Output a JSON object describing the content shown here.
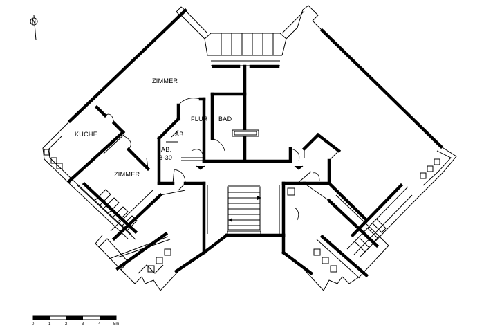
{
  "north_arrow": {
    "letter": "N"
  },
  "rooms": {
    "zimmer_main": "ZIMMER",
    "flur": "FLUR",
    "bad": "BAD",
    "kueche": "KÜCHE",
    "ab_small": "AB.",
    "ab_large_1": "AB.",
    "ab_large_2": "3-30",
    "zimmer_lower": "ZIMMER"
  },
  "scale_bar": {
    "ticks": [
      "0",
      "1",
      "2",
      "3",
      "4",
      "5m"
    ],
    "unit": "m"
  },
  "colors": {
    "line": "#000000",
    "background": "#ffffff"
  }
}
